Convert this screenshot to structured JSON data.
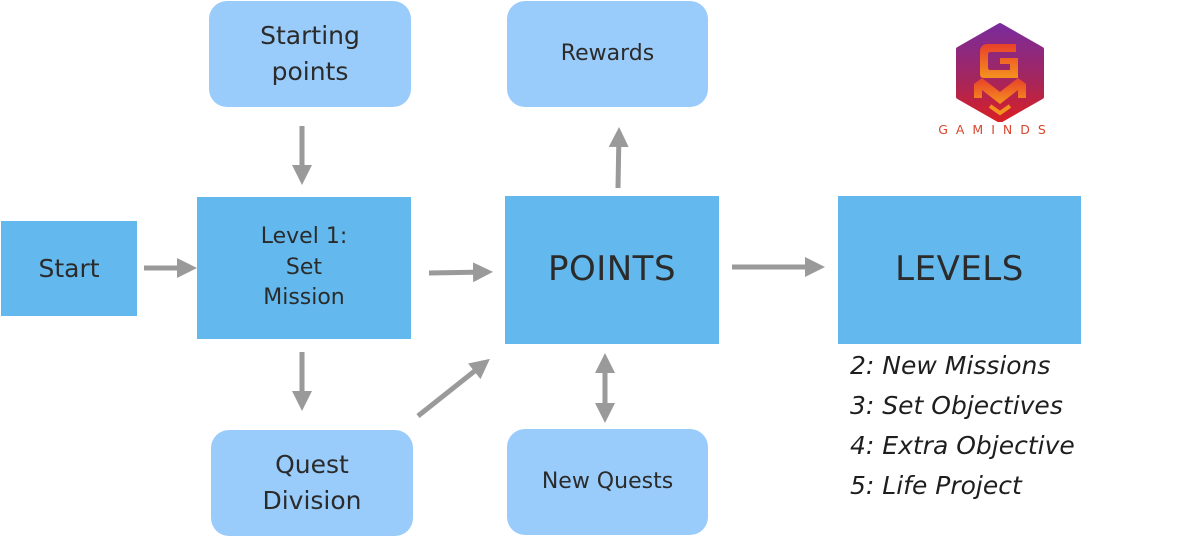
{
  "nodes": {
    "start": "Start",
    "level1": "Level 1:\nSet\nMission",
    "starting_points": "Starting\npoints",
    "quest_division": "Quest\nDivision",
    "points": "POINTS",
    "rewards": "Rewards",
    "new_quests": "New Quests",
    "levels": "LEVELS"
  },
  "levels_list": [
    "2: New Missions",
    "3: Set Objectives",
    "4: Extra Objective",
    "5: Life Project"
  ],
  "logo": {
    "wordmark": "GAMINDS"
  },
  "colors": {
    "primary_box": "#63b9ee",
    "secondary_box": "#99ccfb",
    "arrow": "#9a9a9a",
    "logo_purple": "#7a2b9c",
    "logo_red": "#d81f26",
    "logo_orange": "#f27a21"
  },
  "edges": [
    {
      "from": "start",
      "to": "level1",
      "type": "single"
    },
    {
      "from": "starting_points",
      "to": "level1",
      "type": "single"
    },
    {
      "from": "level1",
      "to": "points",
      "type": "single"
    },
    {
      "from": "level1",
      "to": "quest_division",
      "type": "single"
    },
    {
      "from": "quest_division",
      "to": "points",
      "type": "single"
    },
    {
      "from": "points",
      "to": "rewards",
      "type": "single"
    },
    {
      "from": "points",
      "to": "new_quests",
      "type": "double"
    },
    {
      "from": "points",
      "to": "levels",
      "type": "single"
    }
  ]
}
